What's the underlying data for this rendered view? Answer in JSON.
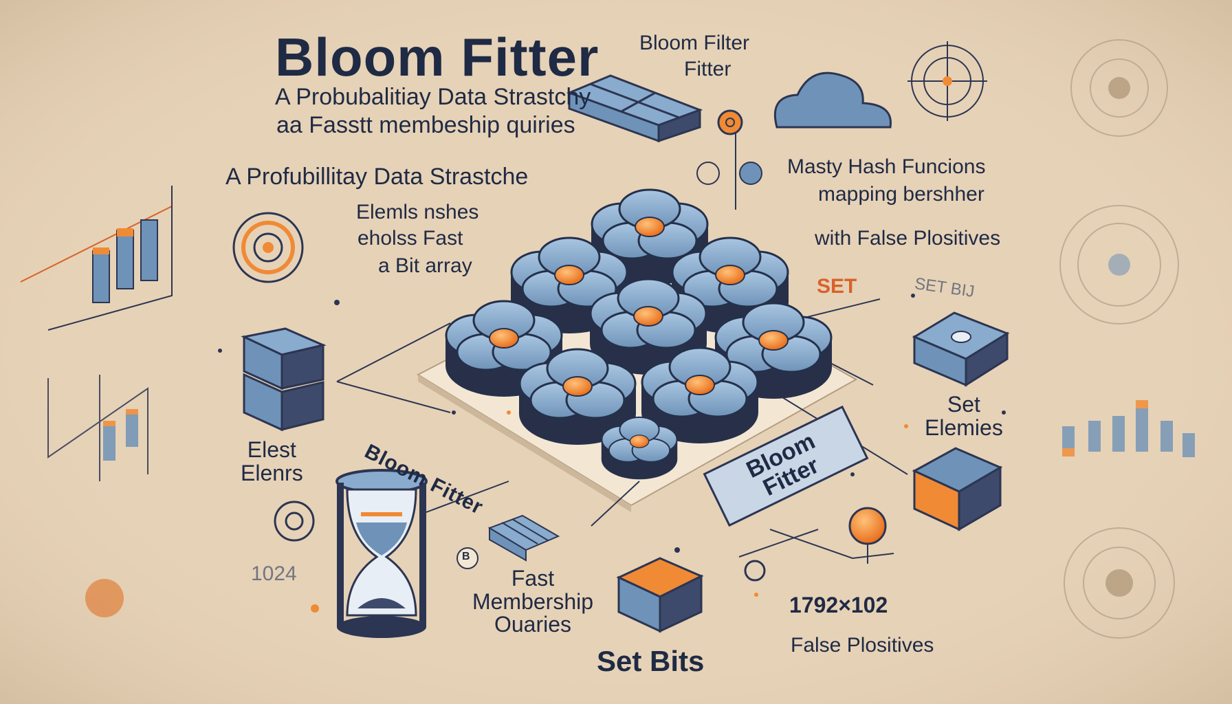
{
  "header": {
    "title": "Bloom Fitter",
    "subtitle_line1": "A Probubalitiay Data Strastchy",
    "subtitle_line2": "aa Fasstt membeship quiries",
    "subtitle_line3": "A Profubillitay Data Strastche"
  },
  "top_labels": {
    "bloom_filter": "Bloom Filter",
    "fitter": "Fitter"
  },
  "left_notes": {
    "line1": "Elemls nshes",
    "line2": "eholss Fast",
    "line3": "a Bit array"
  },
  "right_notes": {
    "line1": "Masty Hash Funcions",
    "line2": "mapping bershher",
    "line3": "with False Plositives"
  },
  "set_labels": {
    "set": "SET",
    "set_bits_small": "SET BIJ",
    "set_elements": "Set\nElemies"
  },
  "left_elements": "Elest\nElenrs",
  "number_1024": "1024",
  "diagonal_bloom": "Bloom Fitter",
  "stamp": "Bloom\nFitter",
  "fast_membership": "Fast\nMembership\nOuaries",
  "set_bits": "Set Bits",
  "dimensions": "1792×102",
  "false_positives": "False Plositives",
  "b_marker": "B",
  "colors": {
    "background": "#e6d2b7",
    "navy": "#1f2a44",
    "steel_blue": "#6f93b8",
    "accent_orange": "#f08a35"
  }
}
